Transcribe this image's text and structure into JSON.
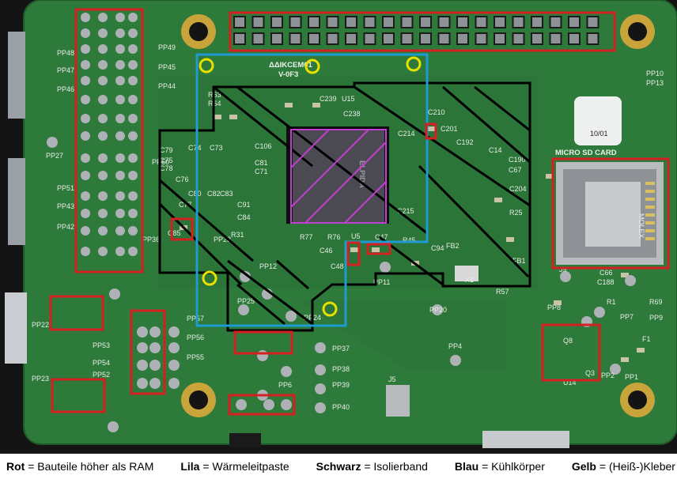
{
  "board": {
    "chip_text": "ELPIDA",
    "chip_top_marking": "ΔΔIKCEM01",
    "chip_sub_marking": "V-0F3",
    "sd_label": "MICRO SD CARD",
    "white_sticker": "10/01",
    "sd_marking": "MOLEX"
  },
  "labels": [
    {
      "id": "pp49",
      "text": "PP49"
    },
    {
      "id": "pp48",
      "text": "PP48"
    },
    {
      "id": "pp45",
      "text": "PP45"
    },
    {
      "id": "pp47",
      "text": "PP47"
    },
    {
      "id": "pp44",
      "text": "PP44"
    },
    {
      "id": "pp46",
      "text": "PP46"
    },
    {
      "id": "pp27",
      "text": "PP27"
    },
    {
      "id": "pp50",
      "text": "PP50"
    },
    {
      "id": "pp51",
      "text": "PP51"
    },
    {
      "id": "pp43",
      "text": "PP43"
    },
    {
      "id": "pp42",
      "text": "PP42"
    },
    {
      "id": "pp36",
      "text": "PP36"
    },
    {
      "id": "pp22",
      "text": "PP22"
    },
    {
      "id": "pp57",
      "text": "PP57"
    },
    {
      "id": "pp53",
      "text": "PP53"
    },
    {
      "id": "pp56",
      "text": "PP56"
    },
    {
      "id": "pp54",
      "text": "PP54"
    },
    {
      "id": "pp52",
      "text": "PP52"
    },
    {
      "id": "pp55",
      "text": "PP55"
    },
    {
      "id": "pp23",
      "text": "PP23"
    },
    {
      "id": "pp37",
      "text": "PP37"
    },
    {
      "id": "pp38",
      "text": "PP38"
    },
    {
      "id": "pp39",
      "text": "PP39"
    },
    {
      "id": "pp40",
      "text": "PP40"
    },
    {
      "id": "pp6",
      "text": "PP6"
    },
    {
      "id": "pp4",
      "text": "PP4"
    },
    {
      "id": "pp20",
      "text": "PP20"
    },
    {
      "id": "pp11",
      "text": "PP11"
    },
    {
      "id": "pp12",
      "text": "PP12"
    },
    {
      "id": "pp25",
      "text": "PP25"
    },
    {
      "id": "pp24",
      "text": "PP24"
    },
    {
      "id": "pp28",
      "text": "PP28"
    },
    {
      "id": "pp10",
      "text": "PP10"
    },
    {
      "id": "pp13",
      "text": "PP13"
    },
    {
      "id": "pp8",
      "text": "PP8"
    },
    {
      "id": "pp7",
      "text": "PP7"
    },
    {
      "id": "pp9",
      "text": "PP9"
    },
    {
      "id": "pp1",
      "text": "PP1"
    },
    {
      "id": "pp2",
      "text": "PP2"
    },
    {
      "id": "r63",
      "text": "R63"
    },
    {
      "id": "r64",
      "text": "R64"
    },
    {
      "id": "c79",
      "text": "C79"
    },
    {
      "id": "c74",
      "text": "C74"
    },
    {
      "id": "c73",
      "text": "C73"
    },
    {
      "id": "c75",
      "text": "C75"
    },
    {
      "id": "c76",
      "text": "C76"
    },
    {
      "id": "c77",
      "text": "C77"
    },
    {
      "id": "c78",
      "text": "C78"
    },
    {
      "id": "c80",
      "text": "C80"
    },
    {
      "id": "c82",
      "text": "C82"
    },
    {
      "id": "c83",
      "text": "C83"
    },
    {
      "id": "c84",
      "text": "C84"
    },
    {
      "id": "c81",
      "text": "C81"
    },
    {
      "id": "c71",
      "text": "C71"
    },
    {
      "id": "c106",
      "text": "C106"
    },
    {
      "id": "c91",
      "text": "C91"
    },
    {
      "id": "c85",
      "text": "C85"
    },
    {
      "id": "r31",
      "text": "R31"
    },
    {
      "id": "c239",
      "text": "C239"
    },
    {
      "id": "u15",
      "text": "U15"
    },
    {
      "id": "c238",
      "text": "C238"
    },
    {
      "id": "c214",
      "text": "C214"
    },
    {
      "id": "c210",
      "text": "C210"
    },
    {
      "id": "c201",
      "text": "C201"
    },
    {
      "id": "c192",
      "text": "C192"
    },
    {
      "id": "c14",
      "text": "C14"
    },
    {
      "id": "c190",
      "text": "C190"
    },
    {
      "id": "c67",
      "text": "C67"
    },
    {
      "id": "c204",
      "text": "C204"
    },
    {
      "id": "r25",
      "text": "R25"
    },
    {
      "id": "c215",
      "text": "C215"
    },
    {
      "id": "r77",
      "text": "R77"
    },
    {
      "id": "r76",
      "text": "R76"
    },
    {
      "id": "u5",
      "text": "U5"
    },
    {
      "id": "c47",
      "text": "C47"
    },
    {
      "id": "r45",
      "text": "R45"
    },
    {
      "id": "c46",
      "text": "C46"
    },
    {
      "id": "c48",
      "text": "C48"
    },
    {
      "id": "c94",
      "text": "C94"
    },
    {
      "id": "fb2",
      "text": "FB2"
    },
    {
      "id": "fb1",
      "text": "FB1"
    },
    {
      "id": "x1",
      "text": "X1"
    },
    {
      "id": "j5",
      "text": "J5"
    },
    {
      "id": "j9",
      "text": "J9"
    },
    {
      "id": "c66",
      "text": "C66"
    },
    {
      "id": "c188",
      "text": "C188"
    },
    {
      "id": "r1",
      "text": "R1"
    },
    {
      "id": "r69",
      "text": "R69"
    },
    {
      "id": "q8",
      "text": "Q8"
    },
    {
      "id": "q3",
      "text": "Q3"
    },
    {
      "id": "u14",
      "text": "U14"
    },
    {
      "id": "f1",
      "text": "F1"
    },
    {
      "id": "r57",
      "text": "R57"
    }
  ],
  "legend": [
    {
      "key": "Rot",
      "text": " = Bauteile höher als RAM",
      "color": "#d42020"
    },
    {
      "key": "Lila",
      "text": " = Wärmeleitpaste",
      "color": "#b040c0"
    },
    {
      "key": "Schwarz",
      "text": " = Isolierband",
      "color": "#000000"
    },
    {
      "key": "Blau",
      "text": " = Kühlkörper",
      "color": "#1e9bd0"
    },
    {
      "key": "Gelb",
      "text": " = (Heiß-)Kleber",
      "color": "#e8e000"
    }
  ],
  "colors": {
    "pcb": "#2f7a3c",
    "pcb_dark": "#256a33",
    "red": "#d42020",
    "purple": "#b040c0",
    "black": "#000000",
    "blue": "#1e9bd0",
    "yellow": "#e8e000"
  }
}
